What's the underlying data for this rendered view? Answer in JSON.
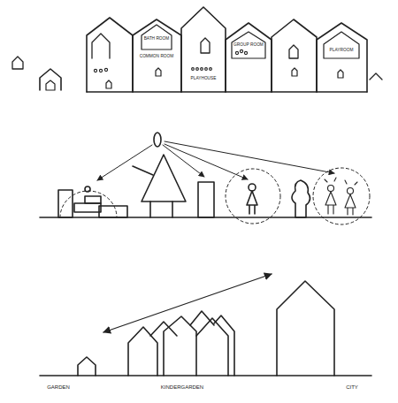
{
  "diagram": {
    "labels": [
      "BATH ROOM",
      "COMMON ROOM",
      "PLAYHOUSE",
      "GROUP ROOM",
      "PLAYROOM",
      "GARDEN",
      "KINDERGARDEN",
      "CITY"
    ]
  }
}
